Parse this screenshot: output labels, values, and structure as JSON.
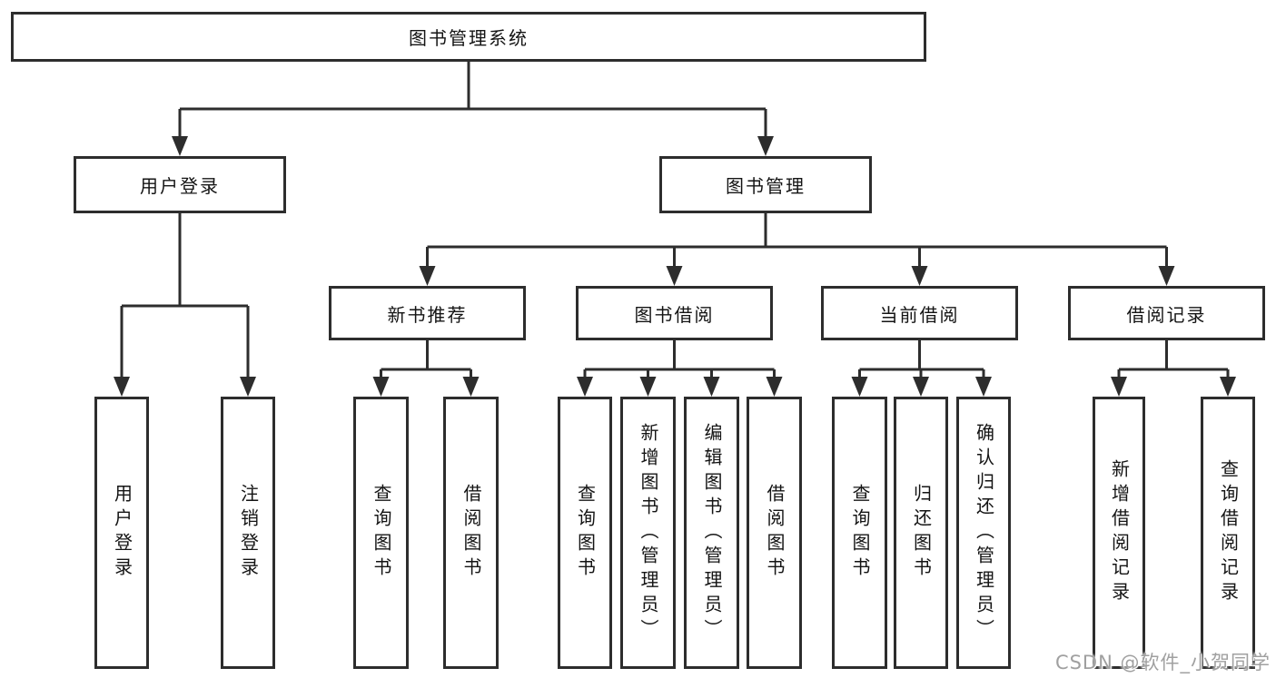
{
  "diagram": {
    "root": {
      "label": "图书管理系统"
    },
    "level2": {
      "user_login": {
        "label": "用户登录"
      },
      "book_management": {
        "label": "图书管理"
      }
    },
    "level3": {
      "new_book_recommendation": {
        "label": "新书推荐"
      },
      "book_borrowing": {
        "label": "图书借阅"
      },
      "current_borrowing": {
        "label": "当前借阅"
      },
      "borrowing_records": {
        "label": "借阅记录"
      }
    },
    "leaves": {
      "user_login": [
        {
          "label": "用户登录"
        },
        {
          "label": "注销登录"
        }
      ],
      "new_book_recommendation": [
        {
          "label": "查询图书"
        },
        {
          "label": "借阅图书"
        }
      ],
      "book_borrowing": [
        {
          "label": "查询图书"
        },
        {
          "label": "新增图书（管理员）"
        },
        {
          "label": "编辑图书（管理员）"
        },
        {
          "label": "借阅图书"
        }
      ],
      "current_borrowing": [
        {
          "label": "查询图书"
        },
        {
          "label": "归还图书"
        },
        {
          "label": "确认归还（管理员）"
        }
      ],
      "borrowing_records": [
        {
          "label": "新增借阅记录"
        },
        {
          "label": "查询借阅记录"
        }
      ]
    }
  },
  "watermark": {
    "text": "CSDN @软件_小贺同学"
  },
  "colors": {
    "line": "#2d2d2d",
    "box_border": "#2d2d2d",
    "text": "#141414",
    "background": "#ffffff",
    "watermark": "#a0a0a0"
  }
}
